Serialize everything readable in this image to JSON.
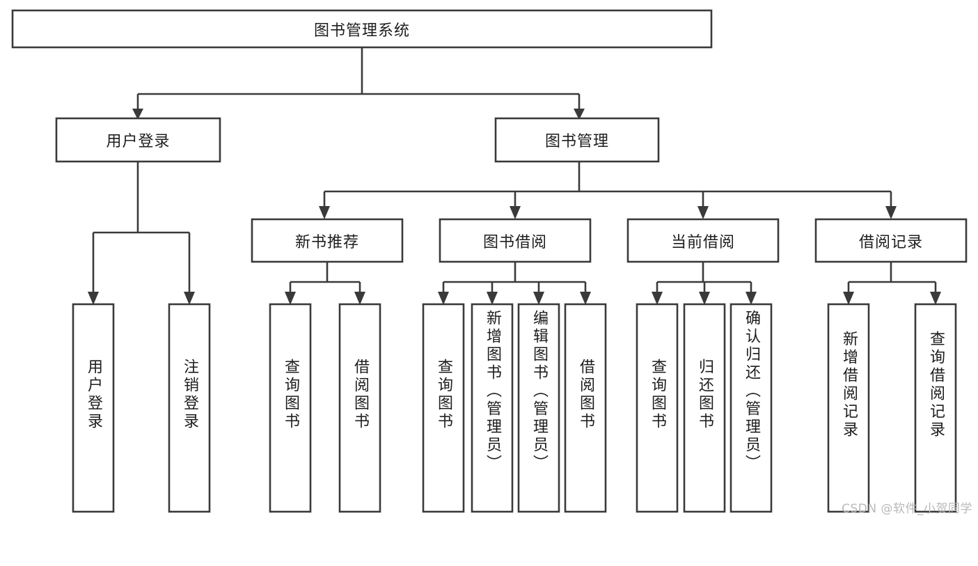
{
  "diagram": {
    "kind": "function-structure-tree",
    "title": "图书管理系统",
    "orientation": "top-down",
    "colors": {
      "box_fill": "#ffffff",
      "box_stroke": "#3a3a3a",
      "connector": "#3a3a3a",
      "text": "#1d1d1d",
      "background": "#ffffff",
      "watermark": "#b9b9b9"
    },
    "root": {
      "label": "图书管理系统",
      "orientation": "horizontal"
    },
    "level2": [
      {
        "label": "用户登录",
        "orientation": "horizontal"
      },
      {
        "label": "图书管理",
        "orientation": "horizontal"
      }
    ],
    "level3": [
      {
        "label": "新书推荐",
        "orientation": "horizontal"
      },
      {
        "label": "图书借阅",
        "orientation": "horizontal"
      },
      {
        "label": "当前借阅",
        "orientation": "horizontal"
      },
      {
        "label": "借阅记录",
        "orientation": "horizontal"
      }
    ],
    "leaves": [
      {
        "label": "用户登录",
        "parent": "用户登录",
        "orientation": "vertical"
      },
      {
        "label": "注销登录",
        "parent": "用户登录",
        "orientation": "vertical"
      },
      {
        "label": "查询图书",
        "parent": "新书推荐",
        "orientation": "vertical"
      },
      {
        "label": "借阅图书",
        "parent": "新书推荐",
        "orientation": "vertical"
      },
      {
        "label": "查询图书",
        "parent": "图书借阅",
        "orientation": "vertical"
      },
      {
        "label": "新增图书（管理员）",
        "parent": "图书借阅",
        "orientation": "vertical"
      },
      {
        "label": "编辑图书（管理员）",
        "parent": "图书借阅",
        "orientation": "vertical"
      },
      {
        "label": "借阅图书",
        "parent": "图书借阅",
        "orientation": "vertical"
      },
      {
        "label": "查询图书",
        "parent": "当前借阅",
        "orientation": "vertical"
      },
      {
        "label": "归还图书",
        "parent": "当前借阅",
        "orientation": "vertical"
      },
      {
        "label": "确认归还（管理员）",
        "parent": "当前借阅",
        "orientation": "vertical"
      },
      {
        "label": "新增借阅记录",
        "parent": "借阅记录",
        "orientation": "vertical"
      },
      {
        "label": "查询借阅记录",
        "parent": "借阅记录",
        "orientation": "vertical"
      }
    ]
  },
  "watermark": {
    "text": "CSDN @软件_小贺同学"
  }
}
